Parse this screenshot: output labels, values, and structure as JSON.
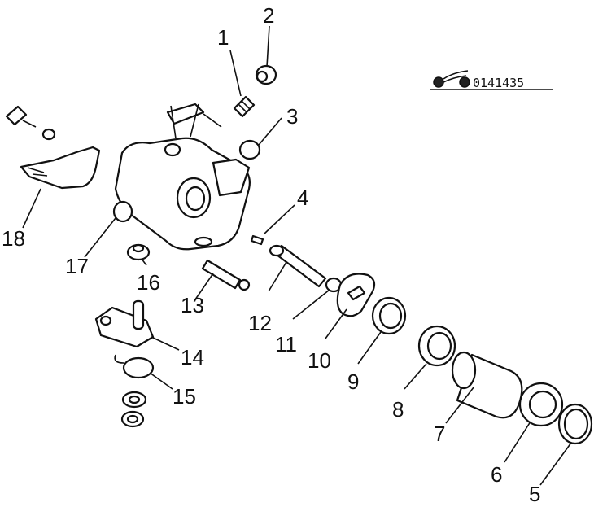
{
  "reference_code": "0141435",
  "callouts": [
    {
      "id": "1",
      "label": "1"
    },
    {
      "id": "2",
      "label": "2"
    },
    {
      "id": "3",
      "label": "3"
    },
    {
      "id": "4",
      "label": "4"
    },
    {
      "id": "5",
      "label": "5"
    },
    {
      "id": "6",
      "label": "6"
    },
    {
      "id": "7",
      "label": "7"
    },
    {
      "id": "8",
      "label": "8"
    },
    {
      "id": "9",
      "label": "9"
    },
    {
      "id": "10",
      "label": "10"
    },
    {
      "id": "11",
      "label": "11"
    },
    {
      "id": "12",
      "label": "12"
    },
    {
      "id": "13",
      "label": "13"
    },
    {
      "id": "14",
      "label": "14"
    },
    {
      "id": "15",
      "label": "15"
    },
    {
      "id": "16",
      "label": "16"
    },
    {
      "id": "17",
      "label": "17"
    },
    {
      "id": "18",
      "label": "18"
    }
  ]
}
